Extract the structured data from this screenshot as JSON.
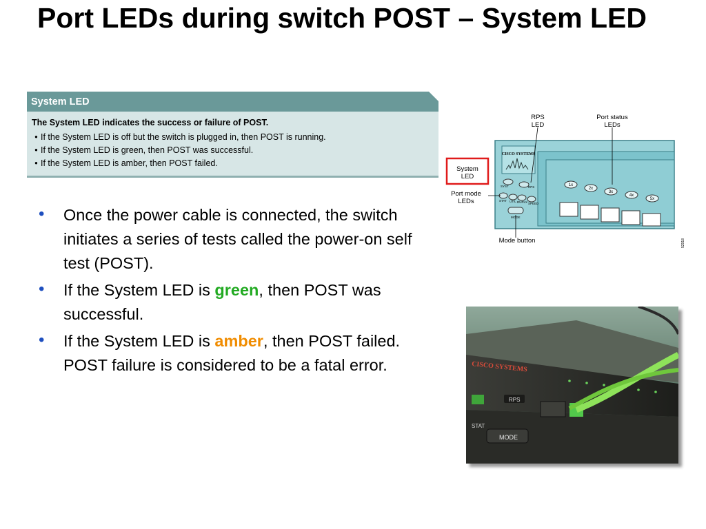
{
  "title": "Port LEDs during switch POST – System LED",
  "infobox": {
    "header": "System LED",
    "lead": "The System LED indicates the success or failure of POST.",
    "items": [
      "If the System LED is off but the switch is plugged in, then POST is running.",
      "If the System LED is green, then POST was successful.",
      "If the System LED is amber, then POST failed."
    ]
  },
  "bullets": [
    {
      "text": "Once the power cable is connected, the switch initiates a series of tests called the power-on self test (POST)."
    },
    {
      "pre": "If the System LED is ",
      "highlight": "green",
      "post": ", then POST was successful."
    },
    {
      "pre": "If the System LED is ",
      "highlight": "amber",
      "post": ", then POST failed. POST failure is considered to be a fatal error."
    }
  ],
  "diagram": {
    "labels": {
      "system_led": "System LED",
      "rps_led": "RPS LED",
      "port_status_leds": "Port status LEDs",
      "port_mode_leds": "Port mode LEDs",
      "mode_button": "Mode button",
      "brand": "CISCO SYSTEMS",
      "figure_id": "52918"
    },
    "led_labels": [
      "SYST",
      "RPS",
      "STAT",
      "UTIL",
      "DUPLX",
      "SPEED",
      "MODE"
    ],
    "ports": [
      "1x",
      "2x",
      "3x",
      "4x",
      "5x"
    ]
  },
  "photo": {
    "brand": "CISCO SYSTEMS",
    "labels": [
      "RPS",
      "STAT",
      "MODE"
    ]
  },
  "colors": {
    "green": "#22aa22",
    "amber": "#f08c00",
    "header": "#6a9999",
    "box": "#d7e6e6"
  }
}
